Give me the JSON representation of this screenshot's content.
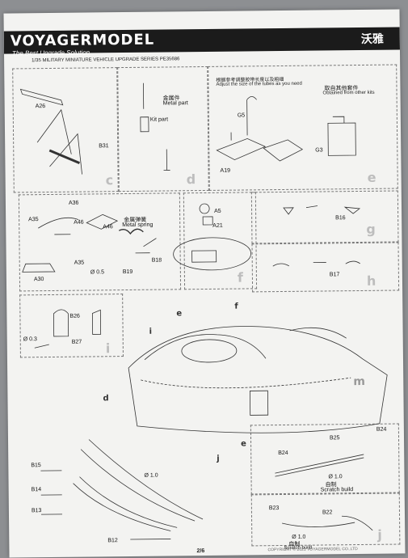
{
  "header": {
    "brand": "VOYAGERMODEL",
    "brand_cn": "沃雅",
    "tagline": "The Best Upgrade Solution",
    "series": "1/35 MILITARY MINIATURE VEHICLE  UPGRADE SERIES PE35686"
  },
  "labels": {
    "a26": "A26",
    "b31": "B31",
    "metal_part_cn": "金属件",
    "metal_part": "Metal part",
    "kit_part": "Kit part",
    "adjust_cn": "根据参考调整胶带长度以及粗细",
    "adjust": "Adjust the size of the tubes as you need",
    "g5": "G5",
    "g3": "G3",
    "a19": "A19",
    "obtained_cn": "取自其他套件",
    "obtained": "Obtained from other kits",
    "a36": "A36",
    "a35": "A35",
    "a46": "A46",
    "metal_spring_cn": "金属弹簧",
    "metal_spring": "Metal spring",
    "dia_05": "Ø 0.5",
    "b19": "B19",
    "b18": "B18",
    "a30": "A30",
    "a5": "A5",
    "a21": "A21",
    "b16": "B16",
    "b17": "B17",
    "b26": "B26",
    "dia_03": "Ø 0.3",
    "b27": "B27",
    "b15": "B15",
    "b14": "B14",
    "b13": "B13",
    "b12": "B12",
    "dia_10": "Ø 1.0",
    "b24": "B24",
    "b25": "B25",
    "b23": "B23",
    "b22": "B22",
    "scratch_cn": "自制",
    "scratch": "Scratch build"
  },
  "steps": {
    "c": "c",
    "d": "d",
    "e": "e",
    "f": "f",
    "g": "g",
    "h": "h",
    "i": "i",
    "j": "j",
    "m": "m"
  },
  "footer": {
    "page": "2/6",
    "copyright": "COPYRIGHT © 2021 VOYAGERMODEL CO.,LTD"
  }
}
